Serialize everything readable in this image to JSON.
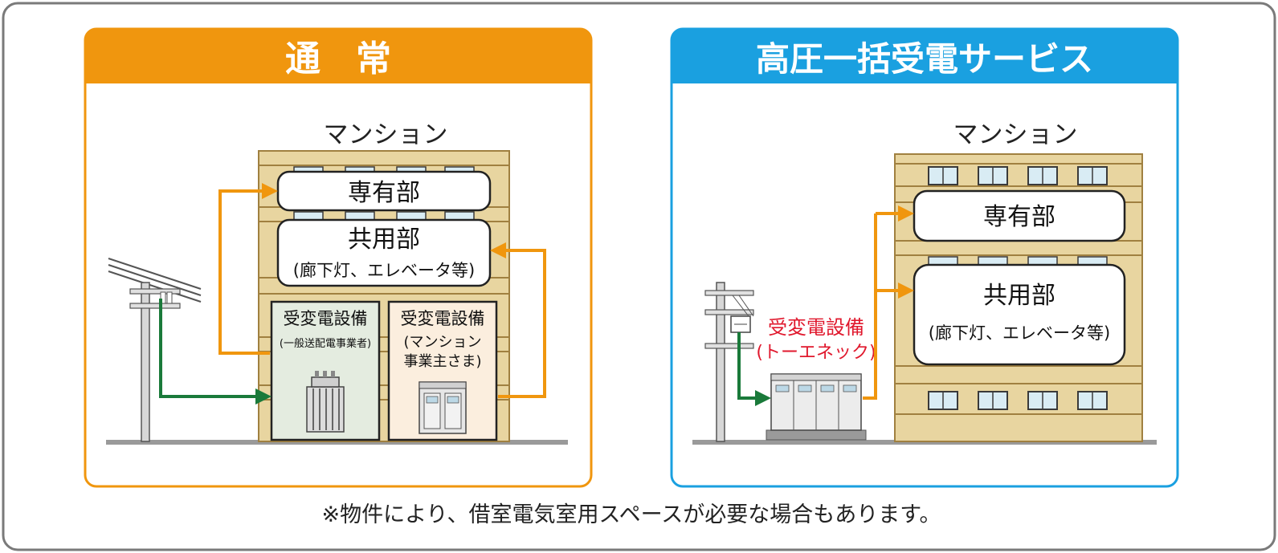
{
  "colors": {
    "frame": "#7a7a7a",
    "normal_accent": "#f0960e",
    "service_accent": "#1aa0e0",
    "building": "#e8d5a0",
    "building_dark": "#a08040",
    "window": "#d9ecf4",
    "window_frame": "#3a3a3a",
    "power_line_arrow": "#1a7a3a",
    "distribution_arrow": "#f0960e",
    "provider_text": "#e0182d",
    "ground": "#9a9a9a"
  },
  "normal_panel": {
    "title": "通　常",
    "building_label": "マンション",
    "private_area": "専有部",
    "common_area": "共用部",
    "common_area_note": "(廊下灯、エレベータ等)",
    "substation_utility": "受変電設備",
    "substation_utility_note": "(一般送配電事業者)",
    "substation_owner": "受変電設備",
    "substation_owner_note_1": "(マンション",
    "substation_owner_note_2": "事業主さま)"
  },
  "service_panel": {
    "title": "高圧一括受電サービス",
    "building_label": "マンション",
    "private_area": "専有部",
    "common_area": "共用部",
    "common_area_note": "(廊下灯、エレベータ等)",
    "substation": "受変電設備",
    "substation_provider": "(トーエネック)"
  },
  "footnote": "※物件により、借室電気室用スペースが必要な場合もあります。"
}
